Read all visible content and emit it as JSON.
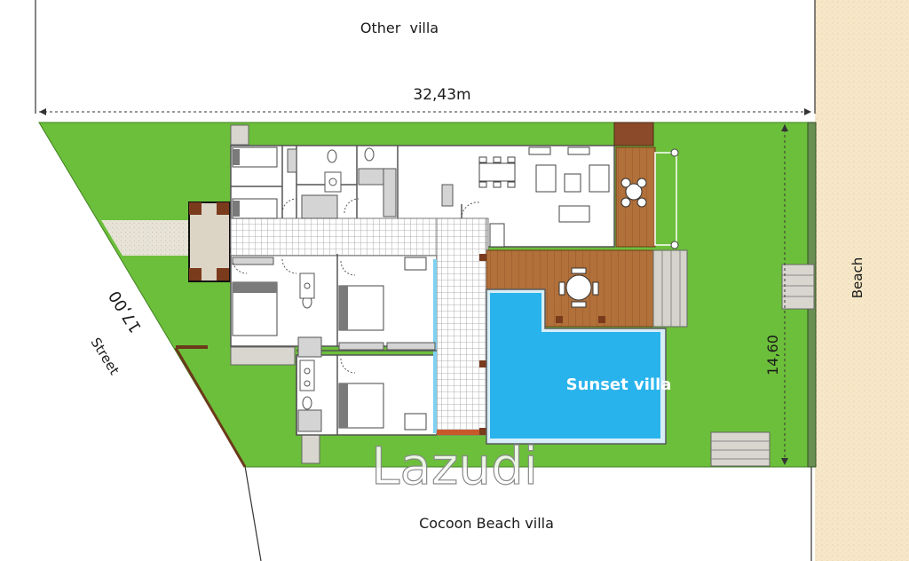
{
  "labels": {
    "other_villa": "Other  villa",
    "width_dimension": "32,43m",
    "beach": "Beach",
    "street": "Street",
    "street_dimension": "17,00",
    "depth_dimension": "14,60",
    "pool_label": "Sunset villa",
    "bottom_villa": "Cocoon Beach villa",
    "watermark": "Lazudi"
  },
  "colors": {
    "lawn": "#6cbf3a",
    "sand": "#f6e7c8",
    "pool": "#29b3ec",
    "deck": "#b2703a",
    "tile": "#ffffff",
    "wall": "#555555"
  }
}
